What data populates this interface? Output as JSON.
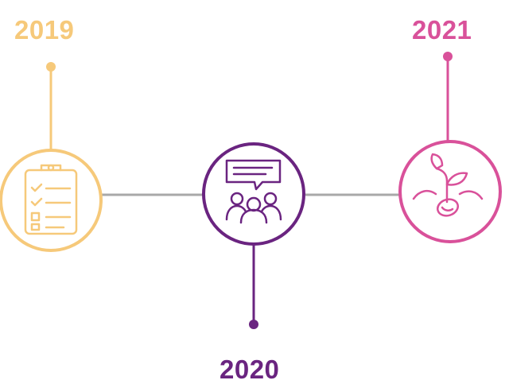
{
  "timeline": {
    "milestones": [
      {
        "year": "2019",
        "color": "#F6C97A",
        "icon": "clipboard-checklist-icon"
      },
      {
        "year": "2020",
        "color": "#6A2480",
        "icon": "discussion-group-icon"
      },
      {
        "year": "2021",
        "color": "#D9519A",
        "icon": "sprouting-seed-icon"
      }
    ],
    "connector_color": "#A8A8A8"
  }
}
